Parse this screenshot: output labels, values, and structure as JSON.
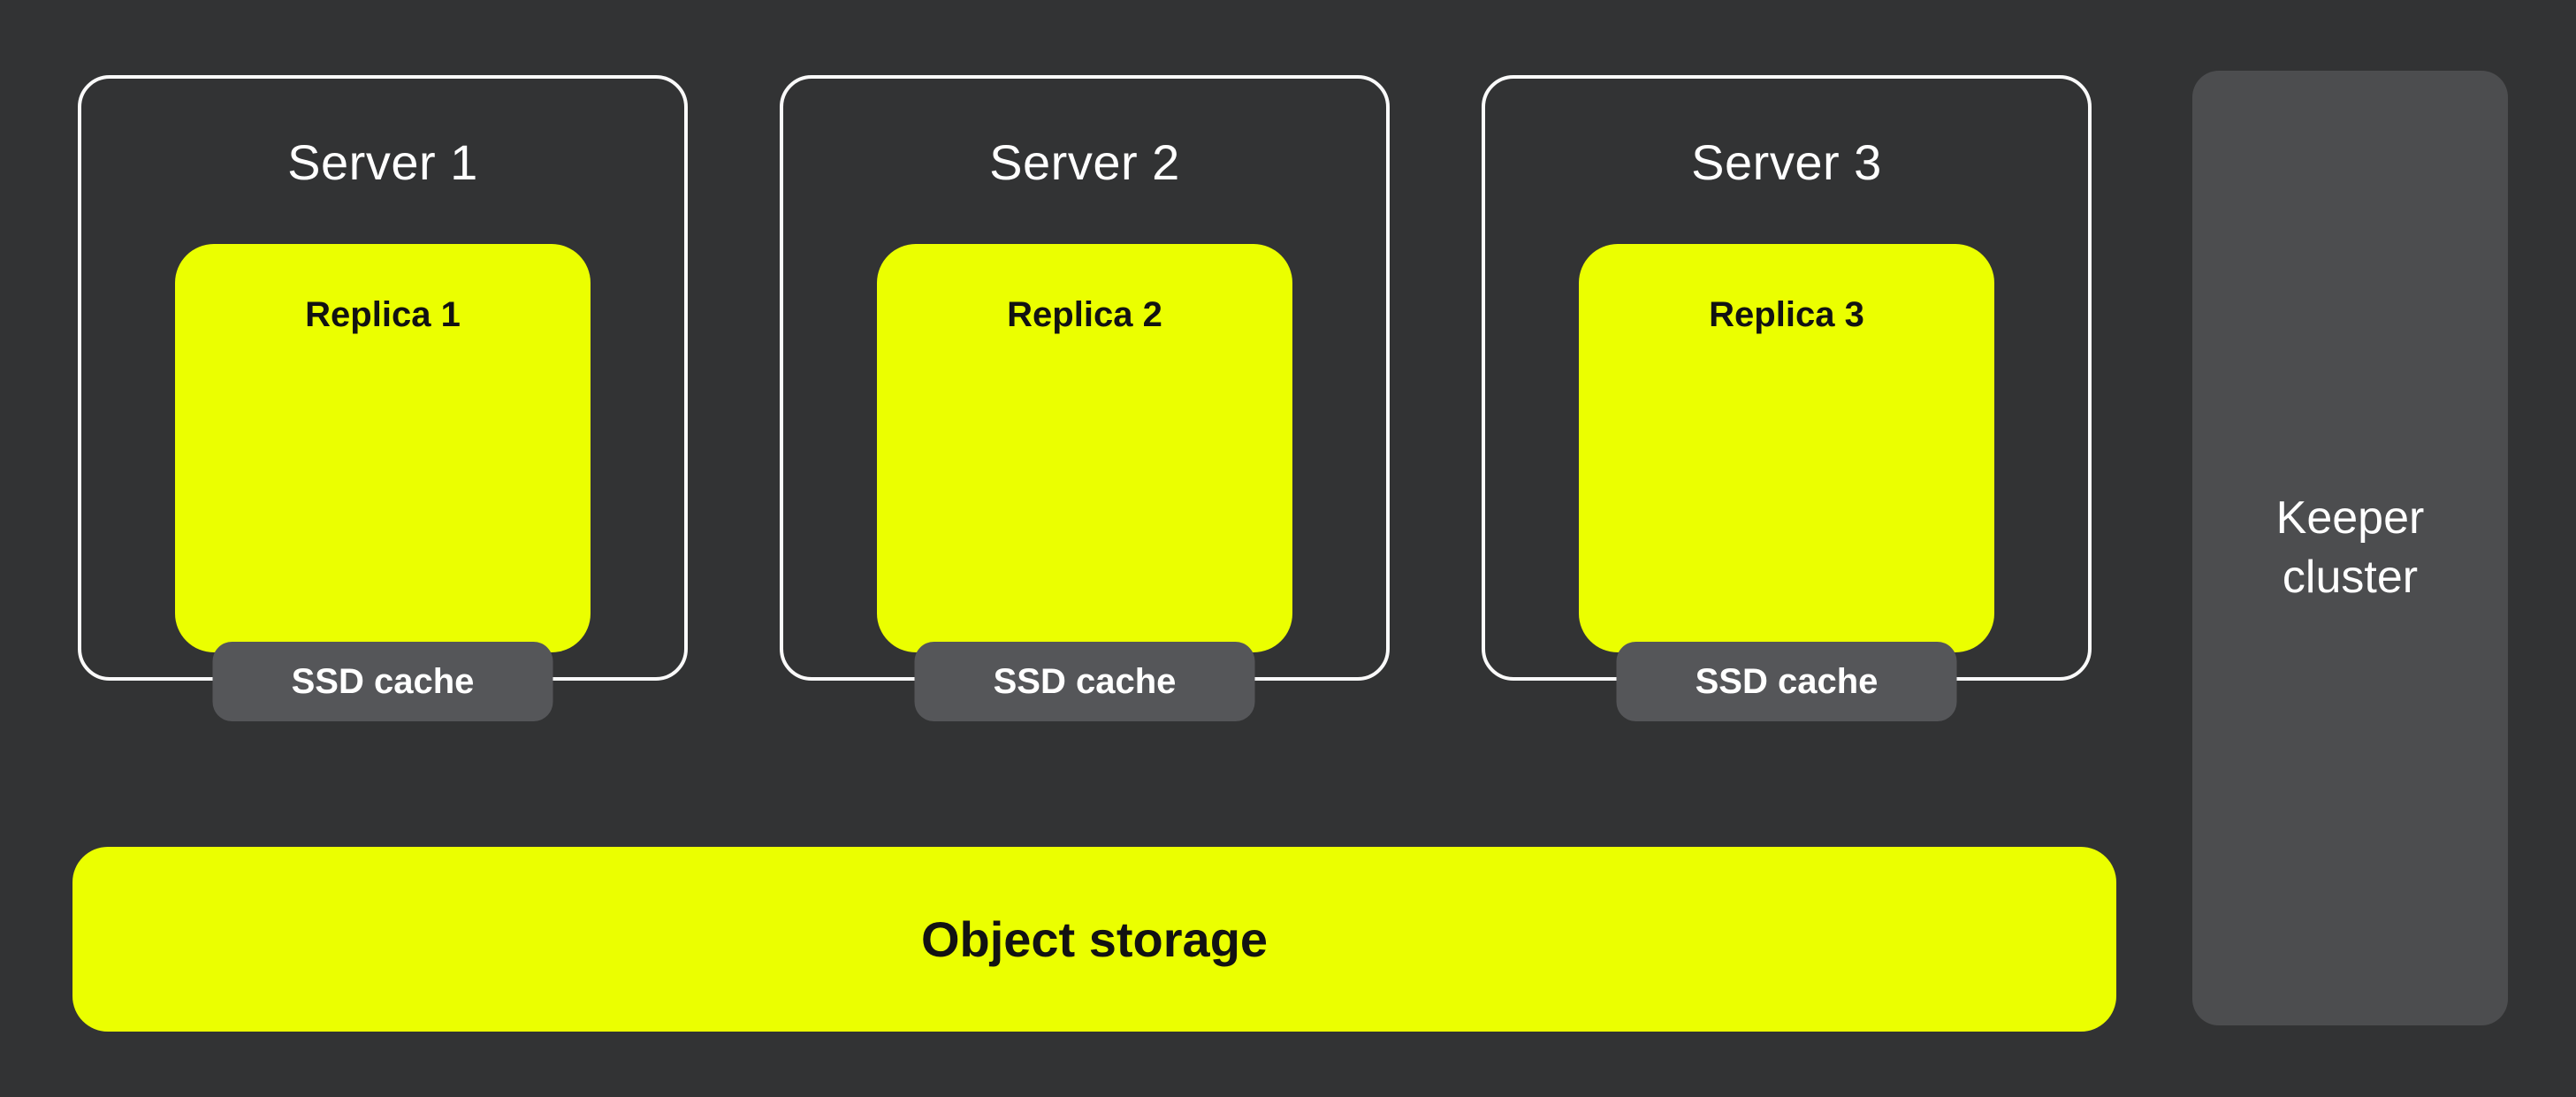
{
  "diagram": {
    "type": "architecture-diagram",
    "colors": {
      "background": "#323334",
      "accent_yellow": "#ebff00",
      "keeper_gray": "#4c4d4f",
      "ssd_gray": "#555659",
      "border_white": "#fafafa",
      "text_light": "#ffffff",
      "text_dark": "#121212"
    }
  },
  "servers": [
    {
      "label": "Server 1",
      "replica_label": "Replica 1",
      "cache_label": "SSD cache"
    },
    {
      "label": "Server 2",
      "replica_label": "Replica 2",
      "cache_label": "SSD cache"
    },
    {
      "label": "Server 3",
      "replica_label": "Replica 3",
      "cache_label": "SSD cache"
    }
  ],
  "object_storage": {
    "label": "Object storage"
  },
  "keeper": {
    "lines": [
      "Keeper",
      "cluster"
    ]
  }
}
